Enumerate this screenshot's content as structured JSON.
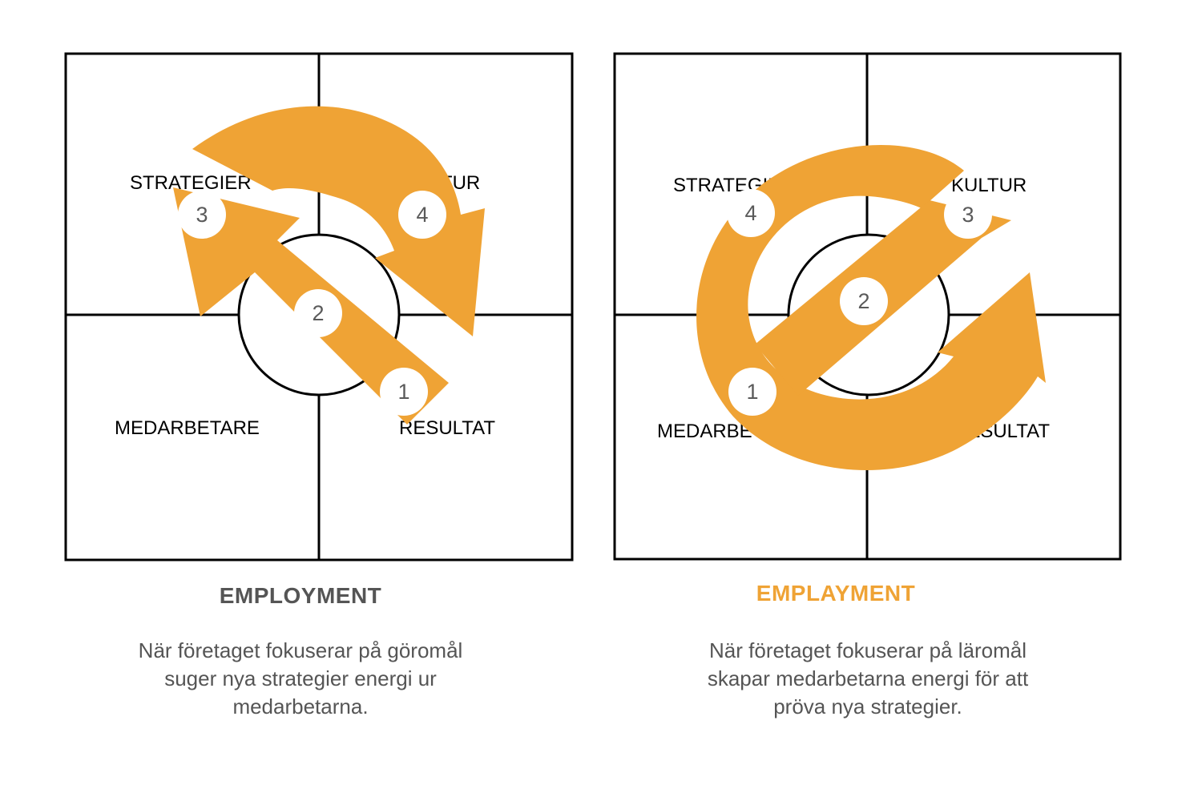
{
  "colors": {
    "arrow": "#EFA335",
    "grid": "#000000",
    "title_left": "#555555",
    "title_right": "#EFA335",
    "text": "#555555",
    "badge": "#ffffff"
  },
  "left": {
    "labels": {
      "top_left": "STRATEGIER",
      "top_right": "KULTUR",
      "bottom_left": "MEDARBETARE",
      "bottom_right": "RESULTAT"
    },
    "badges": [
      "1",
      "2",
      "3",
      "4"
    ],
    "title": "EMPLOYMENT",
    "description": [
      "När företaget fokuserar på göromål",
      "suger nya strategier energi ur",
      "medarbetarna."
    ]
  },
  "right": {
    "labels": {
      "top_left": "STRATEGIER",
      "top_right": "KULTUR",
      "bottom_left": "MEDARBETARE",
      "bottom_right": "RESULTAT"
    },
    "badges": [
      "1",
      "2",
      "3",
      "4"
    ],
    "title": "EMPLAYMENT",
    "description": [
      "När företaget fokuserar på läromål",
      "skapar medarbetarna energi för att",
      "pröva nya strategier."
    ]
  }
}
